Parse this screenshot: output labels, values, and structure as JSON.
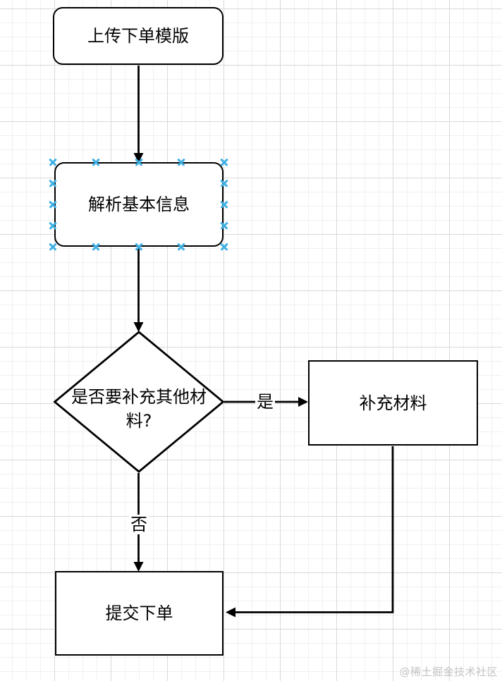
{
  "canvas": {
    "watermark": {
      "text": "@稀土掘金技术社区",
      "color": "#c4c4c4"
    },
    "grid": {
      "minor_color": "#f0f0f0",
      "major_color": "#d9d9d9",
      "minor_size": 20,
      "major_size": 80
    }
  },
  "flowchart": {
    "stroke_color": "#000000",
    "fill_color": "#ffffff",
    "selection_handle_color": "#3fb0e3",
    "nodes": [
      {
        "id": "upload-template",
        "shape": "rounded-rectangle",
        "label": "上传下单模版",
        "selected": false
      },
      {
        "id": "parse-info",
        "shape": "rounded-rectangle",
        "label": "解析基本信息",
        "selected": true
      },
      {
        "id": "need-supplement",
        "shape": "decision-diamond",
        "label": "是否要补充其他材\n料?",
        "selected": false
      },
      {
        "id": "supplement-material",
        "shape": "rectangle",
        "label": "补充材料",
        "selected": false
      },
      {
        "id": "submit-order",
        "shape": "rectangle",
        "label": "提交下单",
        "selected": false
      }
    ],
    "edges": [
      {
        "id": "upload-to-parse",
        "from": "upload-template",
        "to": "parse-info",
        "label": ""
      },
      {
        "id": "parse-to-decision",
        "from": "parse-info",
        "to": "need-supplement",
        "label": ""
      },
      {
        "id": "decision-yes",
        "from": "need-supplement",
        "to": "supplement-material",
        "label": "是"
      },
      {
        "id": "decision-no",
        "from": "need-supplement",
        "to": "submit-order",
        "label": "否"
      },
      {
        "id": "supplement-to-submit",
        "from": "supplement-material",
        "to": "submit-order",
        "label": ""
      }
    ]
  }
}
